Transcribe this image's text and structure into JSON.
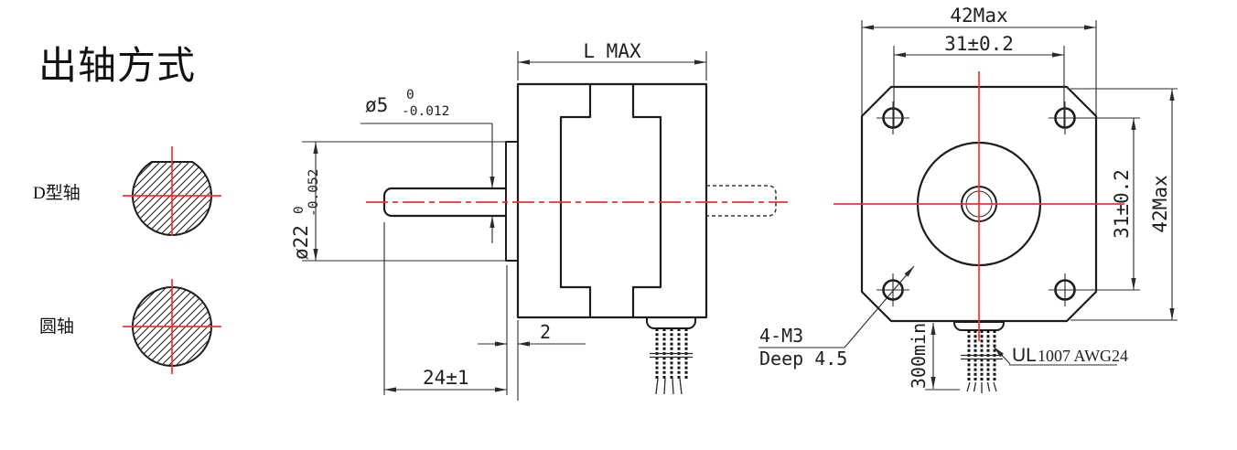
{
  "title": "出轴方式",
  "shaft_types": {
    "d_shaft": "D型轴",
    "round_shaft": "圆轴"
  },
  "side_view": {
    "length_max": "L MAX",
    "shaft_diameter": {
      "nominal": "ø5",
      "upper_tol": "0",
      "lower_tol": "-0.012"
    },
    "pilot_diameter": {
      "nominal": "ø22",
      "upper_tol": "0",
      "lower_tol": "-0.052"
    },
    "pilot_height": "2",
    "shaft_length": "24±1"
  },
  "front_view": {
    "body_width": "42Max",
    "hole_spacing_horizontal": "31±0.2",
    "hole_spacing_vertical": "31±0.2",
    "body_height": "42Max",
    "mounting_holes_note_line1": "4-M3",
    "mounting_holes_note_line2": "Deep 4.5",
    "lead_wire_length": "300min",
    "wire_spec_ul": "UL",
    "wire_spec_detail": "1007 AWG24"
  },
  "colors": {
    "outline": "#1c1c1c",
    "dimension": "#2b2b2b",
    "centerline": "#f53232",
    "background": "#ffffff"
  }
}
